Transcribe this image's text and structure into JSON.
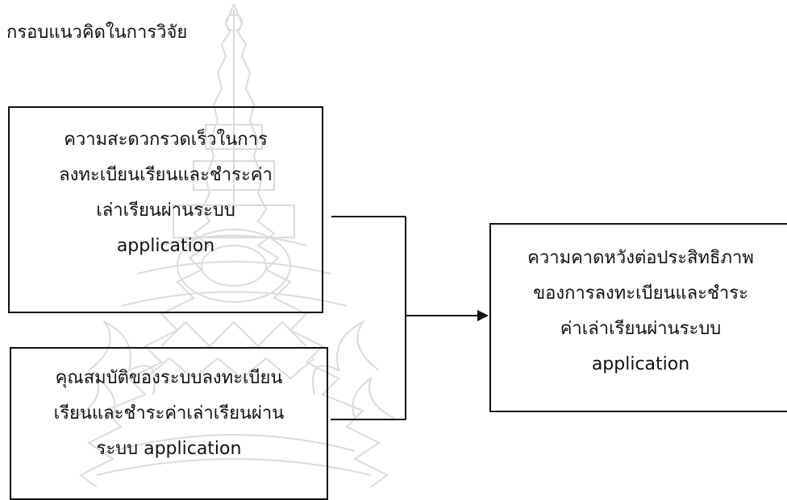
{
  "title": "กรอบแนวคิดในการวิจัย",
  "boxes": {
    "a": {
      "lines": [
        "ความสะดวกรวดเร็วในการ",
        "ลงทะเบียนเรียนและชำระค่า",
        "เล่าเรียนผ่านระบบ",
        "application"
      ]
    },
    "b": {
      "lines": [
        "คุณสมบัติของระบบลงทะเบียน",
        "เรียนและชำระค่าเล่าเรียนผ่าน",
        "ระบบ application"
      ]
    },
    "c": {
      "lines": [
        "ความคาดหวังต่อประสิทธิภาพ",
        "ของการลงทะเบียนและชำระ",
        "ค่าเล่าเรียนผ่านระบบ",
        "application"
      ]
    }
  },
  "colors": {
    "line": "#111111",
    "watermark": "#c9c9c9"
  },
  "icons": {
    "watermark": "university-seal-watermark",
    "arrow": "arrowhead-icon"
  }
}
